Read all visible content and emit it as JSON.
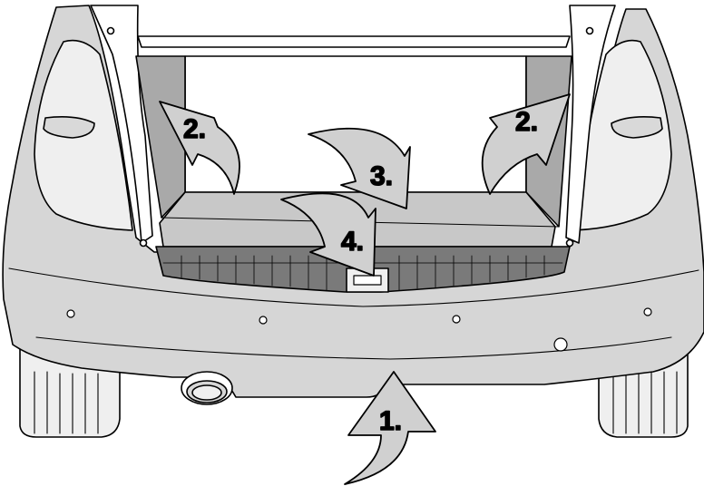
{
  "colors": {
    "background": "#ffffff",
    "body_fill": "#d6d6d6",
    "trunk_floor": "#c8c8c8",
    "trunk_wall": "#a9a9a9",
    "dark_trim": "#7a7a7a",
    "tire": "#efefef",
    "arrow_fill": "#d0d0d0",
    "line": "#000000"
  },
  "callouts": [
    {
      "id": "arrow-2-left",
      "label": "2.",
      "icon": "curved-arrow-icon"
    },
    {
      "id": "arrow-2-right",
      "label": "2.",
      "icon": "curved-arrow-icon"
    },
    {
      "id": "arrow-3",
      "label": "3.",
      "icon": "curved-arrow-icon"
    },
    {
      "id": "arrow-4",
      "label": "4.",
      "icon": "curved-arrow-icon"
    },
    {
      "id": "arrow-1",
      "label": "1.",
      "icon": "curved-arrow-icon"
    }
  ]
}
